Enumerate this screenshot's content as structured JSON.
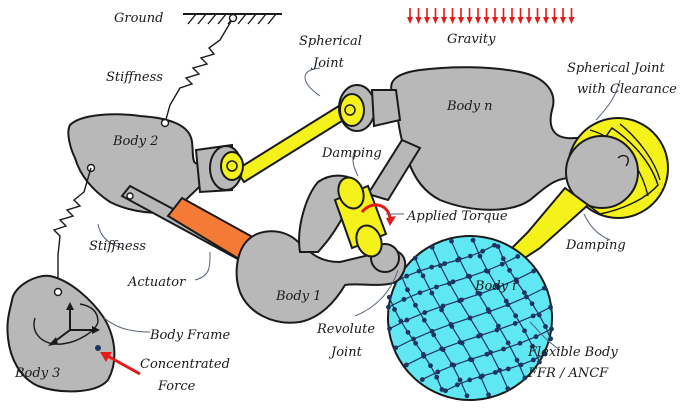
{
  "labels": {
    "ground": "Ground",
    "gravity": "Gravity",
    "stiffness_top": "Stiffness",
    "stiffness_left": "Stiffness",
    "spherical_joint_line1": "Spherical",
    "spherical_joint_line2": "Joint",
    "body_n": "Body n",
    "spherical_clearance_line1": "Spherical Joint",
    "spherical_clearance_line2": "with Clearance",
    "body_2": "Body 2",
    "damping_top": "Damping",
    "applied_torque": "Applied Torque",
    "damping_right": "Damping",
    "actuator": "Actuator",
    "body_1": "Body 1",
    "body_i": "Body i",
    "body_frame": "Body Frame",
    "concentrated_force_line1": "Concentrated",
    "concentrated_force_line2": "Force",
    "body_3": "Body 3",
    "revolute_joint_line1": "Revolute",
    "revolute_joint_line2": "Joint",
    "flexible_body_line1": "Flexible Body",
    "flexible_body_line2": "FFR / ANCF"
  },
  "colors": {
    "body": "#b8b8b8",
    "joint": "#f5f11a",
    "actuator": "#f47a35",
    "flexible": "#5fe8f4",
    "force": "#e51a1a",
    "gravity": "#e51a1a",
    "ink": "#1a1a1a",
    "mesh_node": "#1f3560"
  }
}
